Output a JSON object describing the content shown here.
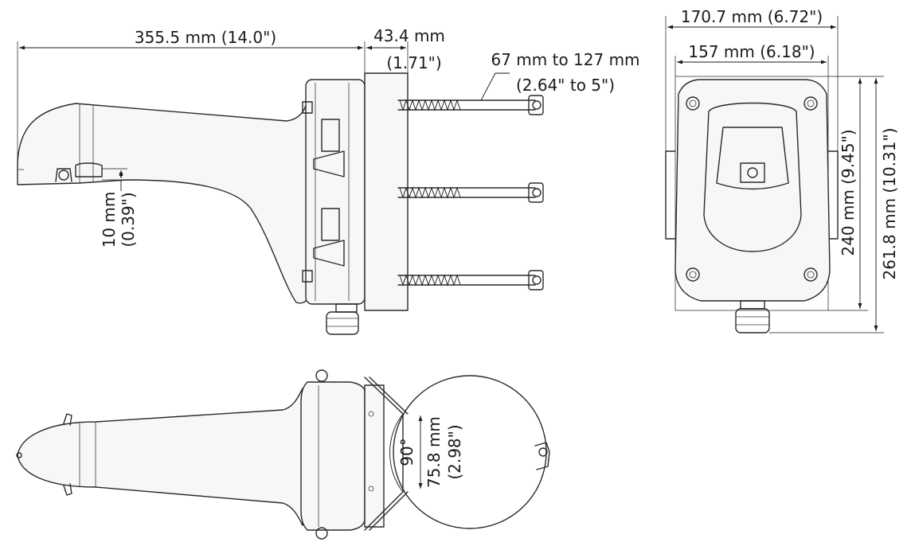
{
  "dimensions": {
    "total_length": "355.5 mm (14.0\")",
    "flange_depth_mm": "43.4 mm",
    "flange_depth_in": "(1.71\")",
    "pole_range_mm": "67 mm to 127 mm",
    "pole_range_in": "(2.64\" to 5\")",
    "drop_mm": "10 mm",
    "drop_in": "(0.39\")",
    "outer_width": "170.7 mm (6.72\")",
    "inner_width": "157 mm (6.18\")",
    "inner_height": "240 mm (9.45\")",
    "outer_height": "261.8 mm (10.31\")",
    "angle": "90°",
    "clamp_size_mm": "75.8 mm",
    "clamp_size_in": "(2.98\")"
  }
}
